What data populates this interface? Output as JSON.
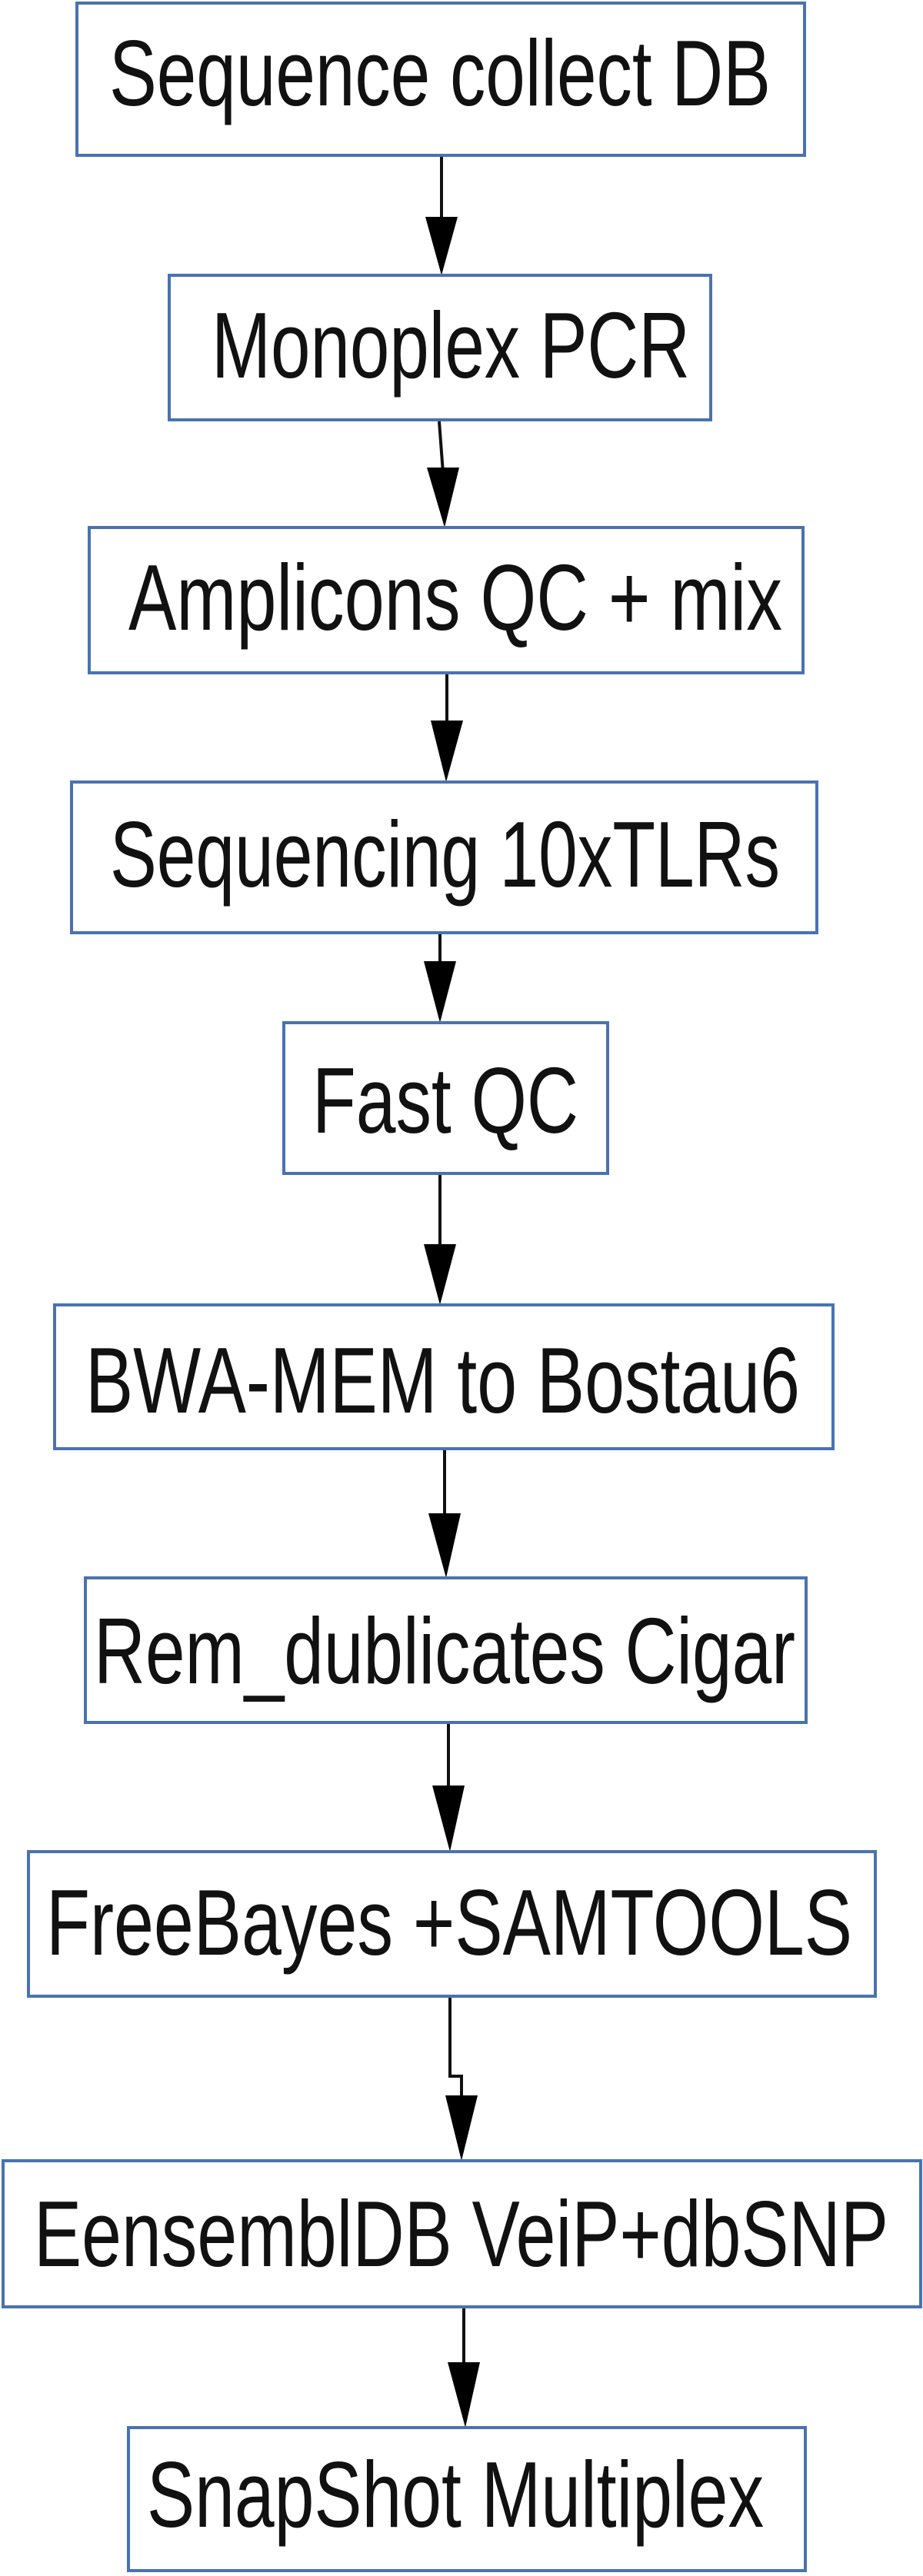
{
  "diagram": {
    "type": "flowchart",
    "direction": "top-to-bottom",
    "colors": {
      "box_border": "#4a72b0",
      "text": "#111111",
      "arrow": "#000000"
    },
    "steps": [
      {
        "label": "Sequence collect DB"
      },
      {
        "label": "Monoplex PCR"
      },
      {
        "label": "Amplicons QC + mix"
      },
      {
        "label": "Sequencing 10xTLRs"
      },
      {
        "label": "Fast QC"
      },
      {
        "label": "BWA-MEM to Bostau6"
      },
      {
        "label": "Rem_dublicates Cigar"
      },
      {
        "label": "FreeBayes +SAMTOOLS"
      },
      {
        "label": "EensemblDB VeiP+dbSNP"
      },
      {
        "label": "SnapShot Multiplex"
      }
    ],
    "edges": [
      [
        0,
        1
      ],
      [
        1,
        2
      ],
      [
        2,
        3
      ],
      [
        3,
        4
      ],
      [
        4,
        5
      ],
      [
        5,
        6
      ],
      [
        6,
        7
      ],
      [
        7,
        8
      ],
      [
        8,
        9
      ]
    ]
  }
}
